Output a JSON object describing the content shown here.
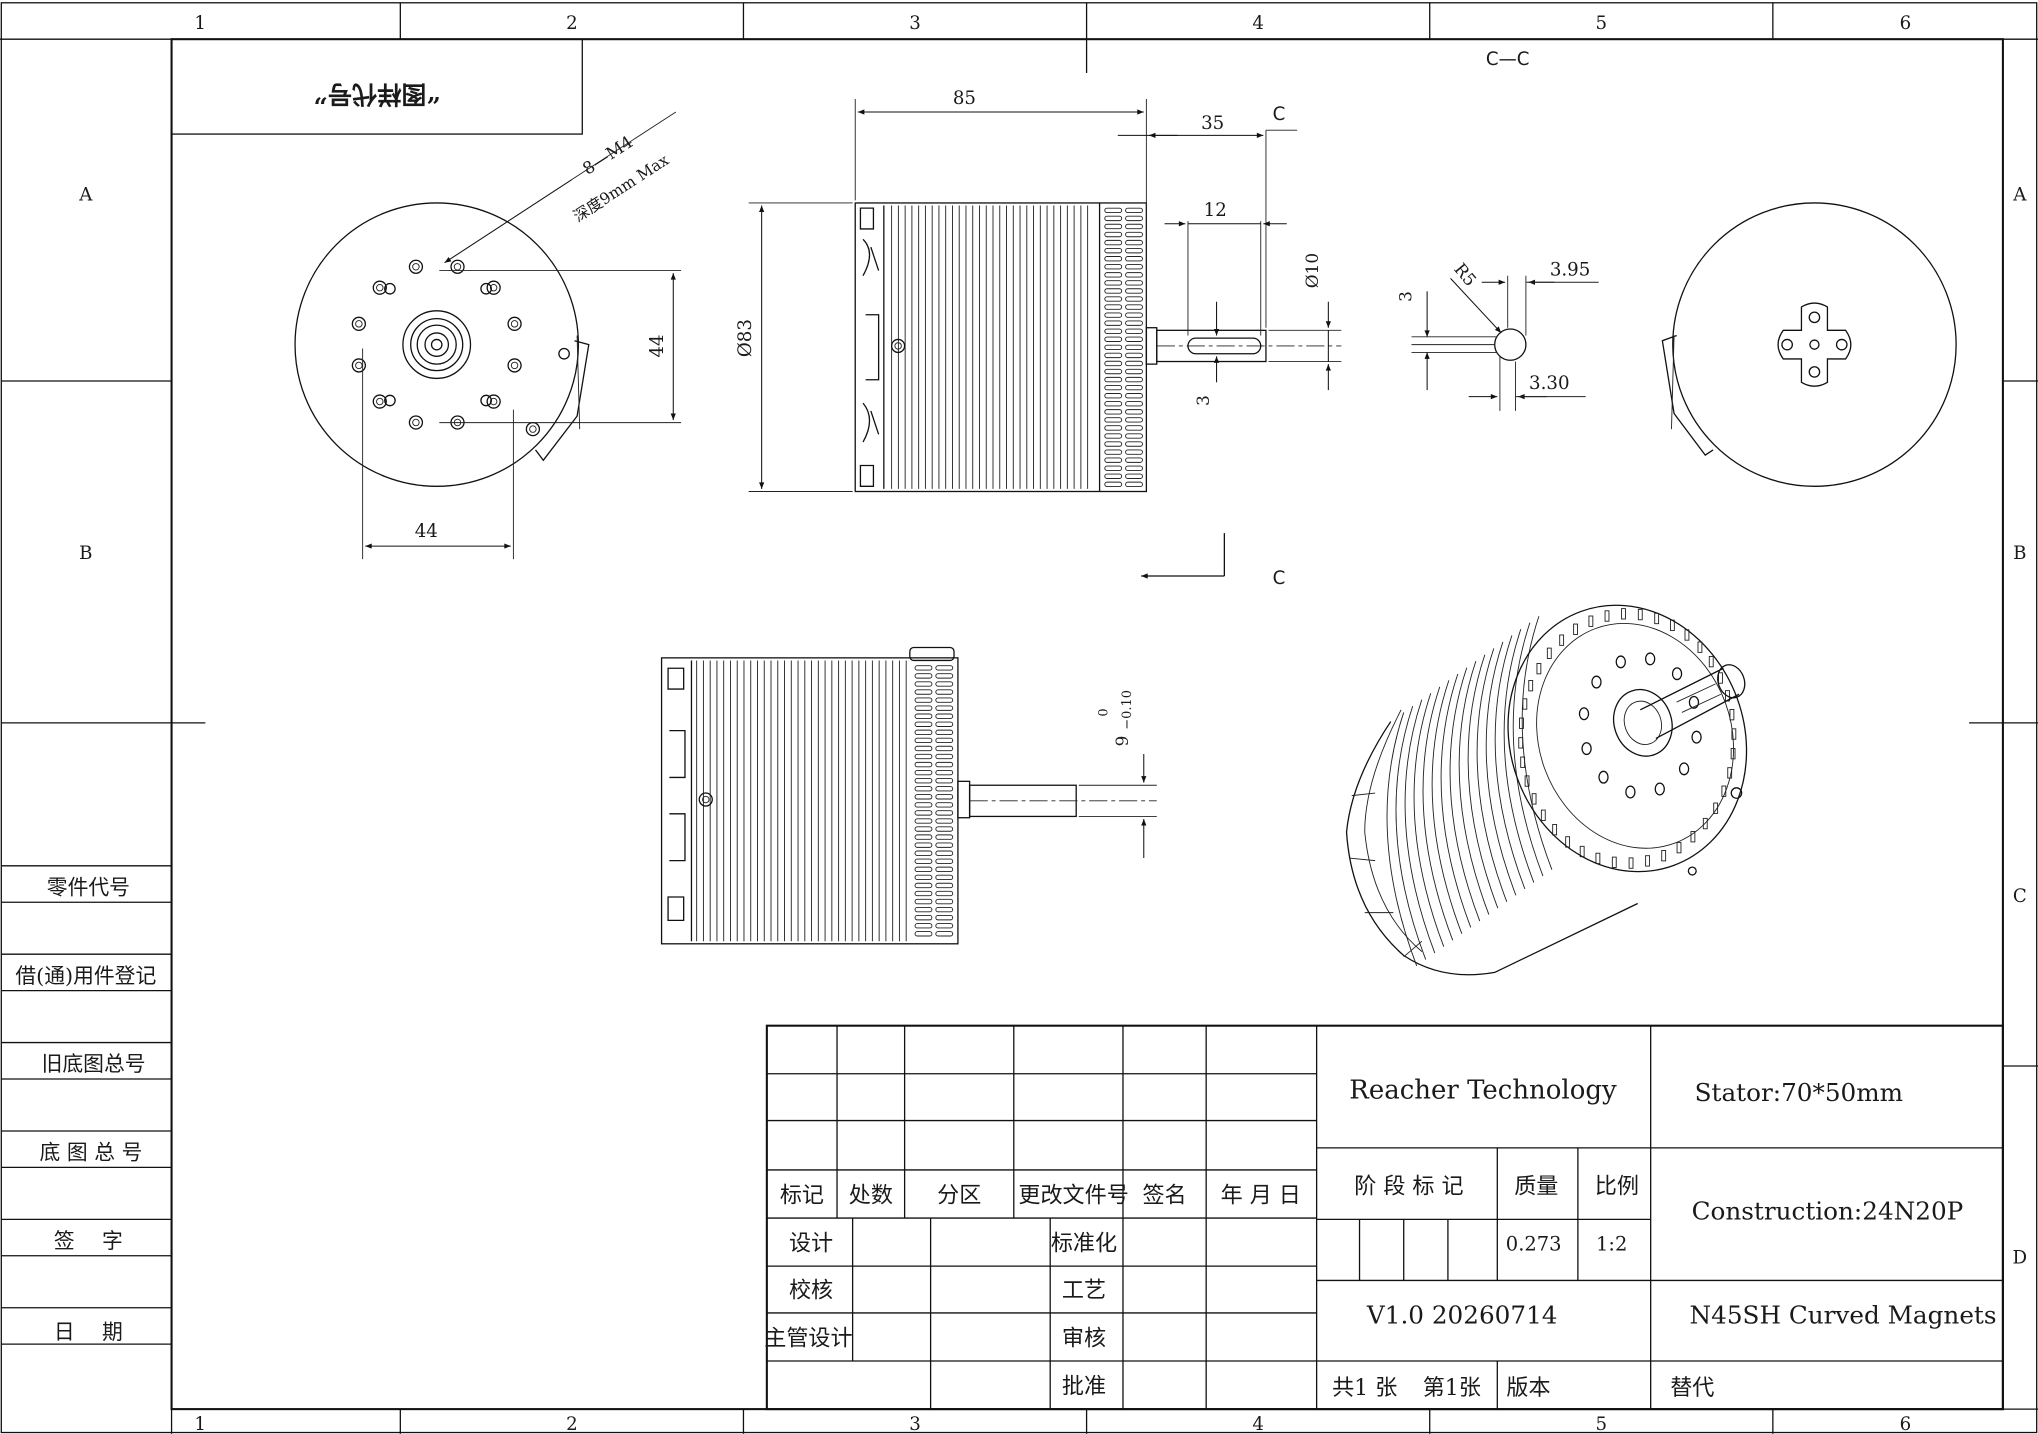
{
  "frame": {
    "columns": [
      "1",
      "2",
      "3",
      "4",
      "5",
      "6"
    ],
    "rows": [
      "A",
      "B",
      "C",
      "D"
    ]
  },
  "stamp_label": "“图样代号”",
  "left_panel": [
    "零件代号",
    "借(通)用件登记",
    "旧底图总号",
    "底 图 总 号",
    "签　 字",
    "日　 期"
  ],
  "dimensions": {
    "hole_spec": "8—M4",
    "hole_depth": "深度9mm Max",
    "bolt_v": "44",
    "bolt_h": "44",
    "length": "85",
    "shaft_len": "35",
    "key_len": "12",
    "diameter": "Ø83",
    "shaft_d": "Ø10",
    "key_w": "3",
    "section_mark": "C",
    "section_title": "C—C",
    "sec_h": "3",
    "sec_r": "R5",
    "sec_395": "3.95",
    "sec_330": "3.30",
    "tol_nominal": "9",
    "tol_upper": "0",
    "tol_lower": "−0.10"
  },
  "title_block": {
    "hdr_biaoji": "标记",
    "hdr_chushu": "处数",
    "hdr_fenqu": "分区",
    "hdr_gengai": "更改文件号",
    "hdr_qianming": "签名",
    "hdr_date": "年 月 日",
    "sheji": "设计",
    "biaozhunhua": "标准化",
    "jiaohe": "校核",
    "gongyi": "工艺",
    "zhuguan": "主管设计",
    "shenhe": "审核",
    "pizhun": "批准",
    "company": "Reacher Technology",
    "stage": "阶 段 标 记",
    "mass_label": "质量",
    "ratio_label": "比例",
    "mass": "0.273",
    "ratio": "1:2",
    "version": "V1.0 20260714",
    "sheets_total": "共1 张",
    "sheet_no": "第1张",
    "banben": "版本",
    "tidai": "替代",
    "stator": "Stator:70*50mm",
    "construction": "Construction:24N20P",
    "magnets": "N45SH Curved Magnets"
  }
}
